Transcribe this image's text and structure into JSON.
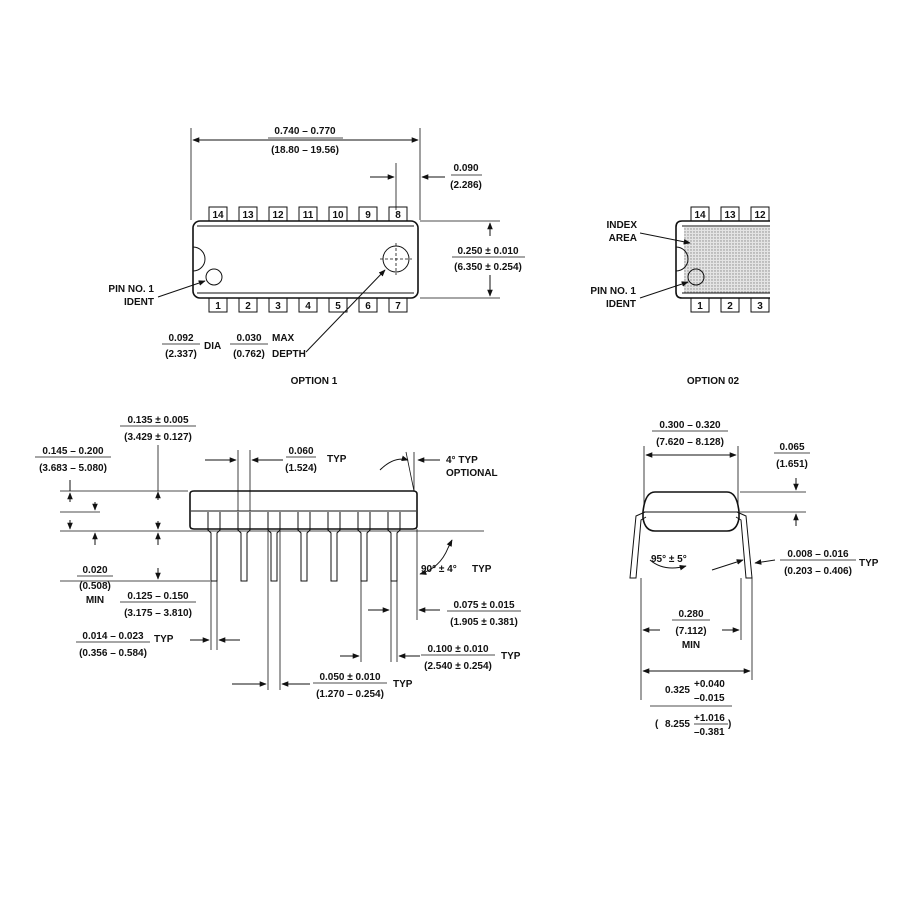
{
  "top_view": {
    "length_in": "0.740 – 0.770",
    "length_mm": "(18.80 – 19.56)",
    "end_in": "0.090",
    "end_mm": "(2.286)",
    "width_in": "0.250 ± 0.010",
    "width_mm": "(6.350 ± 0.254)",
    "pin1_line1": "PIN NO. 1",
    "pin1_line2": "IDENT",
    "dia_in": "0.092",
    "dia_mm": "(2.337)",
    "dia_word": "DIA",
    "depth_in": "0.030",
    "depth_mm": "(0.762)",
    "depth_word1": "MAX",
    "depth_word2": "DEPTH",
    "caption": "OPTION 1",
    "pins_top": [
      "14",
      "13",
      "12",
      "11",
      "10",
      "9",
      "8"
    ],
    "pins_bottom": [
      "1",
      "2",
      "3",
      "4",
      "5",
      "6",
      "7"
    ]
  },
  "option2": {
    "index_line1": "INDEX",
    "index_line2": "AREA",
    "pin1_line1": "PIN NO. 1",
    "pin1_line2": "IDENT",
    "caption": "OPTION 02",
    "pins_top": [
      "14",
      "13",
      "12"
    ],
    "pins_bottom": [
      "1",
      "2",
      "3"
    ]
  },
  "side_view": {
    "body_h_in": "0.135 ± 0.005",
    "body_h_mm": "(3.429 ± 0.127)",
    "overall_h_in": "0.145 – 0.200",
    "overall_h_mm": "(3.683 – 5.080)",
    "lead_w_in": "0.060",
    "lead_w_mm": "(1.524)",
    "typ": "TYP",
    "angle4": "4° TYP",
    "angle4_opt": "OPTIONAL",
    "standoff_in": "0.020",
    "standoff_mm": "(0.508)",
    "min": "MIN",
    "lead_len_in": "0.125 – 0.150",
    "lead_len_mm": "(3.175 – 3.810)",
    "angle90": "90° ± 4°",
    "end_in": "0.075 ± 0.015",
    "end_mm": "(1.905 ± 0.381)",
    "lead_t_in": "0.014 – 0.023",
    "lead_t_mm": "(0.356 – 0.584)",
    "pitch_in": "0.100 ± 0.010",
    "pitch_mm": "(2.540 ± 0.254)",
    "shoulder_in": "0.050 ± 0.010",
    "shoulder_mm": "(1.270 – 0.254)"
  },
  "end_view": {
    "row_w_in": "0.300 – 0.320",
    "row_w_mm": "(7.620 – 8.128)",
    "top_in": "0.065",
    "top_mm": "(1.651)",
    "angle95": "95° ± 5°",
    "lead_t_in": "0.008 – 0.016",
    "lead_t_mm": "(0.203 – 0.406)",
    "typ": "TYP",
    "inner_in": "0.280",
    "inner_mm": "(7.112)",
    "min": "MIN",
    "span_in": "0.325",
    "span_in_plus": "+0.040",
    "span_in_minus": "–0.015",
    "span_mm": "8.255",
    "span_mm_plus": "+1.016",
    "span_mm_minus": "–0.381"
  }
}
